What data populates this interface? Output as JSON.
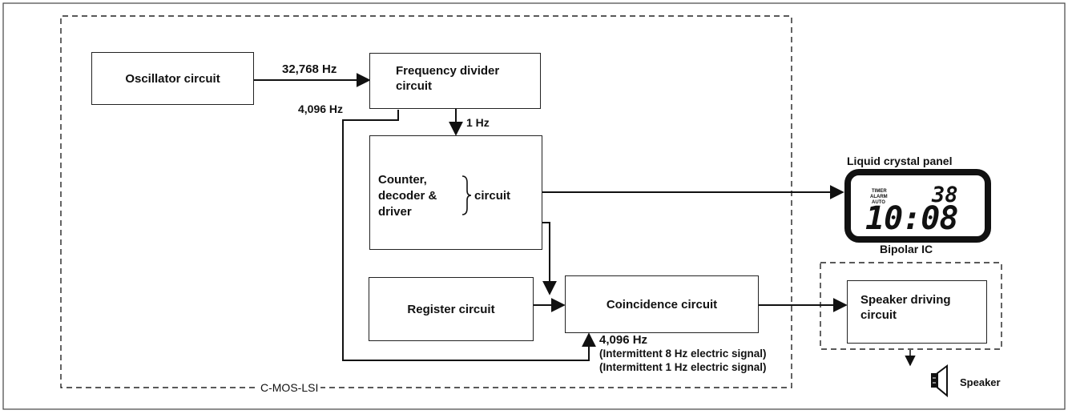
{
  "lsi_label": "C-MOS-LSI",
  "oscillator": "Oscillator circuit",
  "freq_divider": [
    "Frequency divider",
    "circuit"
  ],
  "freq_32768": "32,768 Hz",
  "freq_4096_top": "4,096 Hz",
  "freq_1hz": "1 Hz",
  "counter_lines": [
    "Counter,",
    "decoder &",
    "driver"
  ],
  "counter_suffix": "circuit",
  "register": "Register circuit",
  "coincidence": "Coincidence circuit",
  "signal_lines": [
    "4,096 Hz",
    "(Intermittent 8 Hz electric signal)",
    "(Intermittent 1 Hz electric signal)"
  ],
  "lcd_title": "Liquid crystal panel",
  "lcd": {
    "modes": [
      "TIMER",
      "ALARM",
      "AUTO"
    ],
    "top_digits": "38",
    "time": "10:08"
  },
  "bipolar_label": "Bipolar IC",
  "speaker_driver": [
    "Speaker driving",
    "circuit"
  ],
  "speaker_label": "Speaker"
}
